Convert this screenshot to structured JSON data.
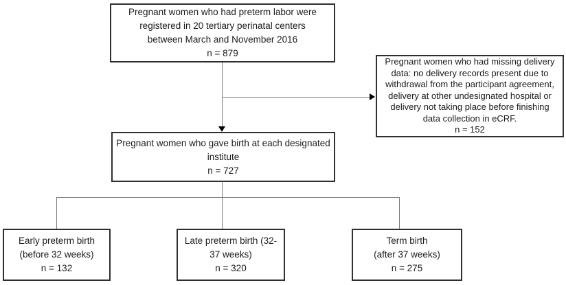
{
  "figure": {
    "type": "flowchart",
    "colors": {
      "background": "#ffffff",
      "box_border": "#2f2f2f",
      "connector": "#7a7a7a",
      "arrowhead": "#000000",
      "text": "#1b1b1b"
    }
  },
  "boxes": {
    "registered": {
      "n": 879,
      "lines": [
        "Pregnant women who had preterm labor were",
        "registered in 20 tertiary perinatal centers",
        "between March and November 2016",
        "n = 879"
      ]
    },
    "excluded": {
      "n": 152,
      "lines": [
        "Pregnant women who had missing delivery",
        "data: no delivery records present due to",
        "withdrawal from the participant agreement,",
        "delivery at other undesignated hospital or",
        "delivery not taking place before finishing",
        "data collection in eCRF.",
        "n = 152"
      ]
    },
    "delivered": {
      "n": 727,
      "lines": [
        "Pregnant women who gave birth at each designated",
        "institute",
        "n = 727"
      ]
    },
    "early_preterm": {
      "n": 132,
      "lines": [
        "Early preterm birth",
        "(before 32 weeks)",
        "n = 132"
      ]
    },
    "late_preterm": {
      "n": 320,
      "lines": [
        "Late preterm birth (32-",
        "37 weeks)",
        "n = 320"
      ]
    },
    "term_birth": {
      "n": 275,
      "lines": [
        "Term birth",
        "(after 37 weeks)",
        "n = 275"
      ]
    }
  }
}
